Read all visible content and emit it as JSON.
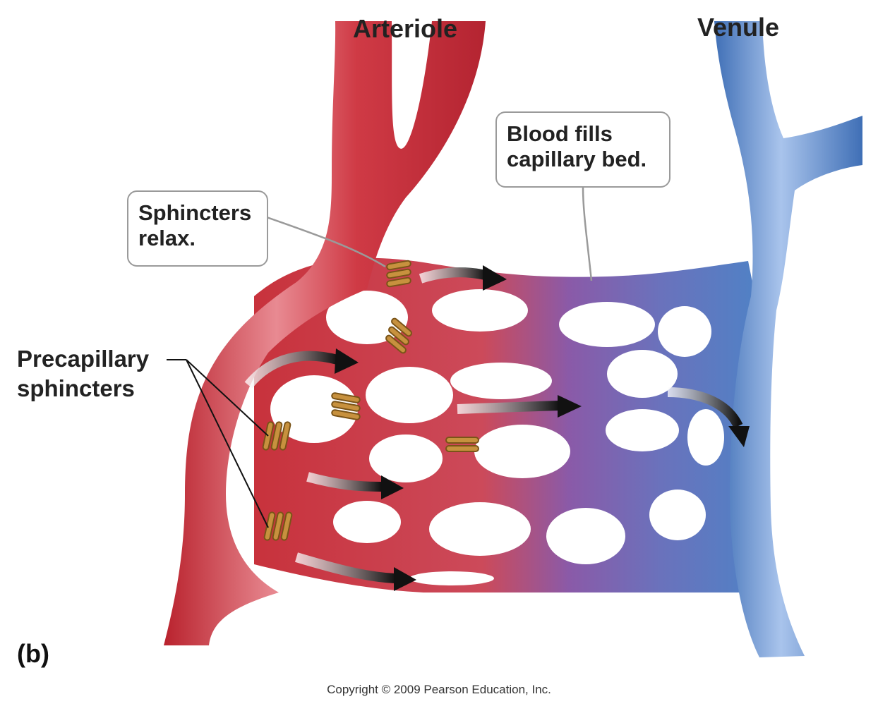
{
  "labels": {
    "arteriole": "Arteriole",
    "venule": "Venule",
    "sphincters_relax": [
      "Sphincters",
      "relax."
    ],
    "blood_fills": [
      "Blood fills",
      "capillary bed."
    ],
    "precapillary": [
      "Precapillary",
      "sphincters"
    ],
    "panel": "(b)",
    "copyright": "Copyright © 2009 Pearson Education, Inc."
  },
  "colors": {
    "arteriole": "#c8323c",
    "arteriole_highlight": "#f0b8bc",
    "venule": "#4f82c6",
    "venule_highlight": "#c4d8f2",
    "capillary_mid": "#8a5aa8",
    "sphincter": "#c7913e",
    "sphincter_dark": "#7a5418",
    "arrow": "#1a1a1a",
    "callout_border": "#9a9a9a",
    "text": "#222222"
  }
}
